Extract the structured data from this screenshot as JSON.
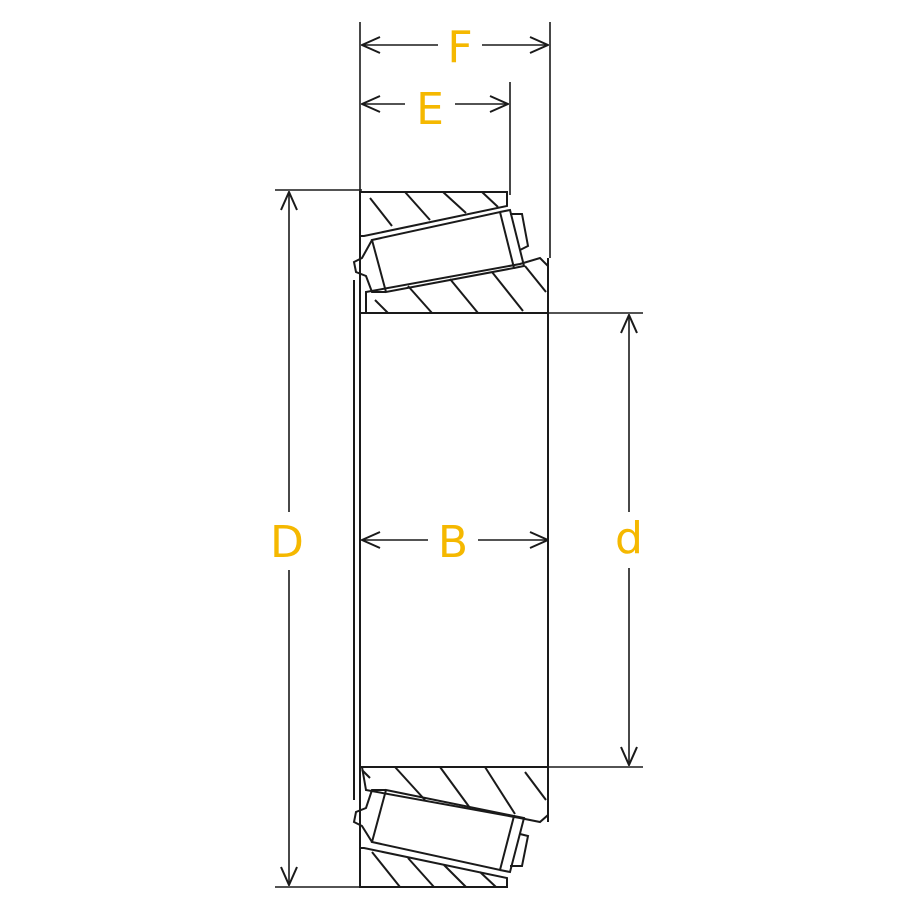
{
  "labels": {
    "F": "F",
    "E": "E",
    "D": "D",
    "B": "B",
    "d": "d"
  },
  "colors": {
    "label": "#f5b800",
    "line": "#1a1a1a",
    "background": "#ffffff"
  }
}
